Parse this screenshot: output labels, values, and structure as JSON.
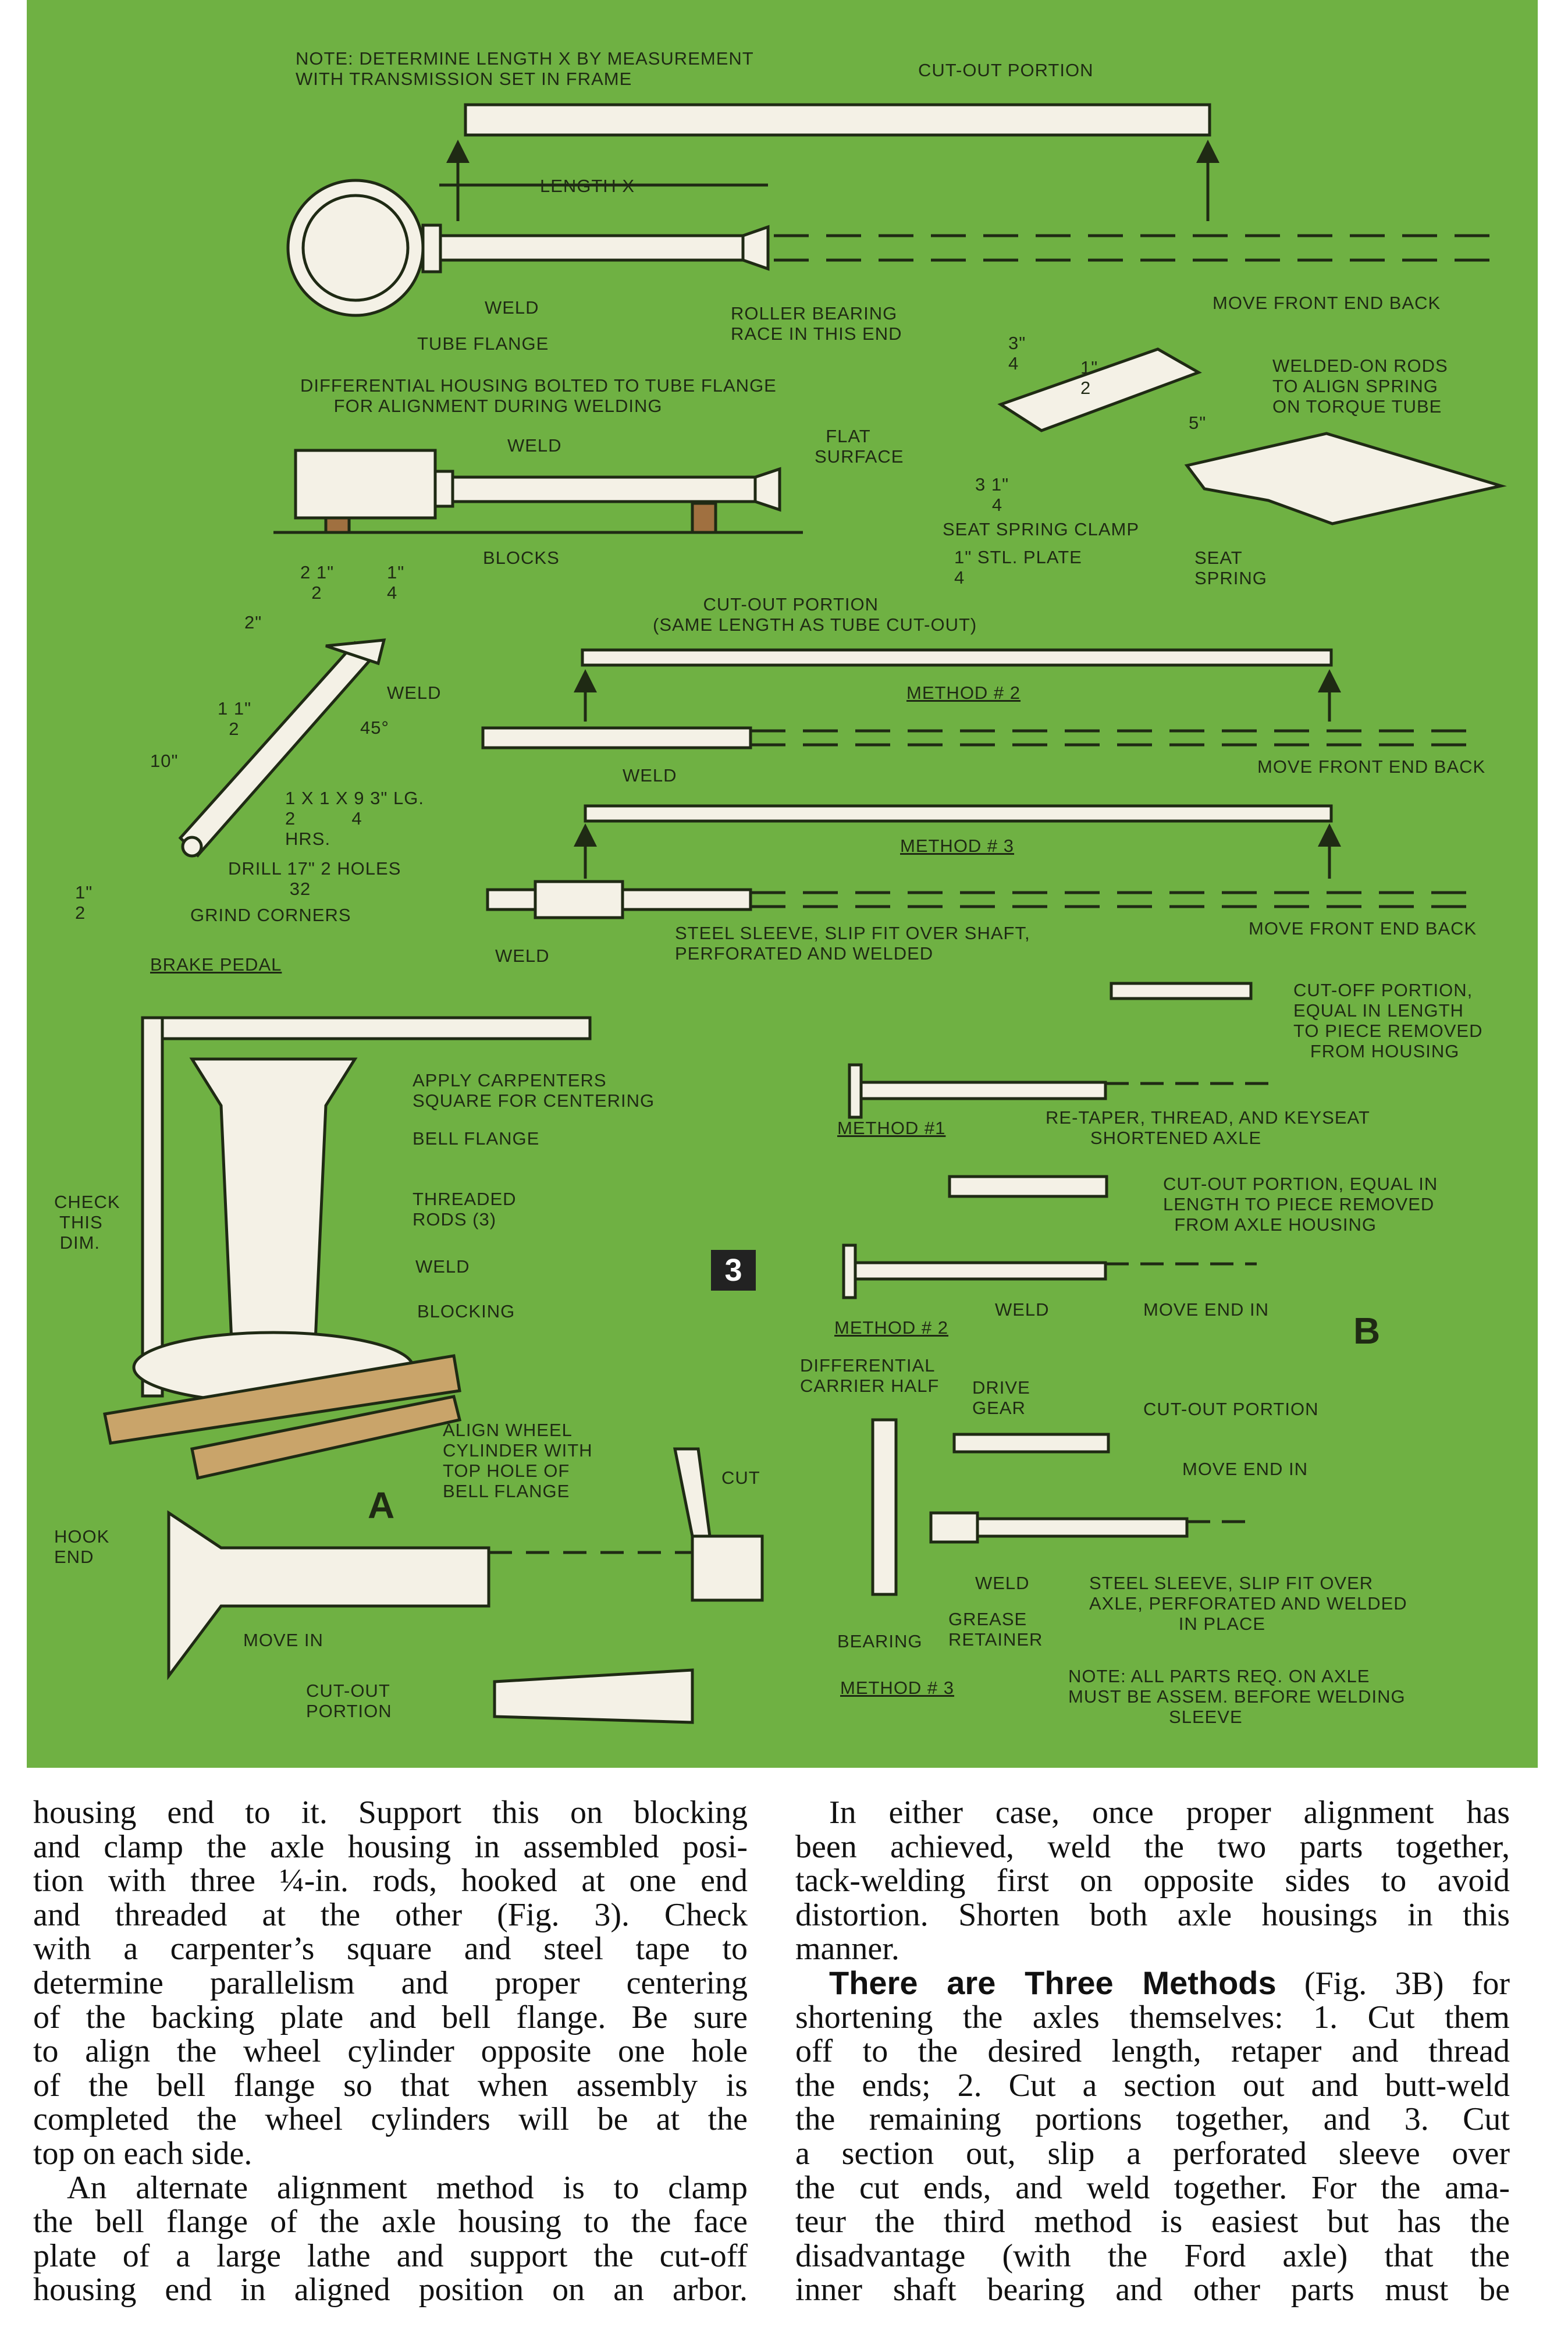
{
  "figure": {
    "number": "3",
    "part_a": "A",
    "part_b": "B",
    "labels": {
      "note_length": "NOTE: DETERMINE LENGTH X BY MEASUREMENT\nWITH TRANSMISSION SET IN FRAME",
      "cut_out_top": "CUT-OUT PORTION",
      "length_x": "LENGTH X",
      "weld_1": "WELD",
      "tube_flange": "TUBE FLANGE",
      "roller_bearing": "ROLLER BEARING\nRACE IN THIS END",
      "move_front_1": "MOVE FRONT END BACK",
      "diff_housing": "DIFFERENTIAL HOUSING BOLTED TO TUBE FLANGE\n      FOR ALIGNMENT DURING WELDING",
      "weld_2": "WELD",
      "flat_surface": "  FLAT\nSURFACE",
      "dim_3_4": "3\"\n4",
      "dim_1_2": "1\"\n2",
      "dim_5": "5\"",
      "dim_3_1_4": "3 1\"\n   4",
      "welded_rods": "WELDED-ON RODS\nTO ALIGN SPRING\nON TORQUE TUBE",
      "blocks": "BLOCKS",
      "seat_spring_clamp": "SEAT SPRING CLAMP",
      "stl_plate": "1\" STL. PLATE\n4",
      "seat_spring": "SEAT\nSPRING",
      "dim_2_1_2": "2 1\"\n  2",
      "dim_1_4": "1\"\n4",
      "dim_2": "2\"",
      "cut_out_same": "         CUT-OUT PORTION\n(SAME LENGTH AS TUBE CUT-OUT)",
      "weld_pedal": "WELD",
      "angle_45": "45°",
      "method2_top": "METHOD # 2",
      "dim_1_1_2": "1 1\"\n  2",
      "dim_10": "10\"",
      "weld_m2": "WELD",
      "move_front_2": "MOVE FRONT END BACK",
      "hrs": "1 X 1 X 9 3\" LG.\n2          4\nHRS.",
      "method3_top": "METHOD # 3",
      "drill": "DRILL 17\" 2 HOLES\n           32",
      "dim_half": "1\"\n2",
      "grind": "GRIND CORNERS",
      "steel_sleeve_1": "STEEL SLEEVE, SLIP FIT OVER SHAFT,\nPERFORATED AND WELDED",
      "move_front_3": "MOVE FRONT END BACK",
      "weld_m3": "WELD",
      "brake_pedal": "BRAKE PEDAL",
      "cut_off_portion": "CUT-OFF PORTION,\nEQUAL IN LENGTH\nTO PIECE REMOVED\n   FROM HOUSING",
      "apply_square": "APPLY CARPENTERS\nSQUARE FOR CENTERING",
      "method1_b": "METHOD #1",
      "retaper": "RE-TAPER, THREAD, AND KEYSEAT\n        SHORTENED AXLE",
      "bell_flange": "BELL FLANGE",
      "cut_out_equal": "CUT-OUT PORTION, EQUAL IN\nLENGTH TO PIECE REMOVED\n  FROM AXLE HOUSING",
      "check_dim": "CHECK\n THIS\n DIM.",
      "threaded_rods": "THREADED\nRODS (3)",
      "weld_a": "WELD",
      "blocking": "BLOCKING",
      "weld_b2": "WELD",
      "move_end_in_1": "MOVE END IN",
      "method2_b": "METHOD # 2",
      "diff_carrier": "DIFFERENTIAL\nCARRIER HALF",
      "drive_gear": "DRIVE\nGEAR",
      "cut_out_b3": "CUT-OUT PORTION",
      "align_wheel": "ALIGN WHEEL\nCYLINDER WITH\nTOP HOLE OF\nBELL FLANGE",
      "move_end_in_2": "MOVE END IN",
      "cut": "CUT",
      "hook_end": "HOOK\nEND",
      "weld_b3": "WELD",
      "steel_sleeve_2": "STEEL SLEEVE, SLIP FIT OVER\nAXLE, PERFORATED AND WELDED\n                IN PLACE",
      "grease_retainer": "GREASE\nRETAINER",
      "move_in": "MOVE IN",
      "bearing": "BEARING",
      "note_parts": "NOTE: ALL PARTS REQ. ON AXLE\nMUST BE ASSEM. BEFORE WELDING\n                  SLEEVE",
      "method3_b": "METHOD # 3",
      "cut_out_a": "CUT-OUT\nPORTION"
    }
  },
  "body": {
    "left_column": [
      "housing end to it. Support this on blocking",
      "and clamp the axle housing in assembled posi-",
      "tion with three ¼-in. rods, hooked at one end",
      "and threaded at the other (Fig. 3). Check",
      "with a carpenter’s square and steel tape to",
      "determine parallelism and proper centering",
      "of the backing plate and bell flange. Be sure",
      "to align the wheel cylinder opposite one hole",
      "of the bell flange so that when assembly is",
      "completed the wheel cylinders will be at the",
      "top on each side.",
      "An alternate alignment method is to clamp",
      "the bell flange of the axle housing to the face",
      "plate of a large lathe and support the cut-off",
      "housing end in aligned position on an arbor."
    ],
    "right_column": [
      "In either case, once proper alignment has",
      "been achieved, weld the two parts together,",
      "tack-welding first on opposite sides to avoid",
      "distortion. Shorten both axle housings in this",
      "manner.",
      "",
      "shortening the axles themselves: 1. Cut them",
      "off to the desired length, retaper and thread",
      "the ends; 2. Cut a section out and butt-weld",
      "the remaining portions together, and 3. Cut",
      "a section out, slip a perforated sleeve over",
      "the cut ends, and weld together. For the ama-",
      "teur the third method is easiest but has the",
      "disadvantage (with the Ford axle) that the",
      "inner shaft bearing and other parts must be"
    ],
    "run_in_head": "There are Three Methods",
    "run_in_rest": " (Fig. 3B) for"
  },
  "colors": {
    "panel_green": "#6fb143",
    "ink": "#1f2a14",
    "part_fill": "#f4f1e6"
  }
}
